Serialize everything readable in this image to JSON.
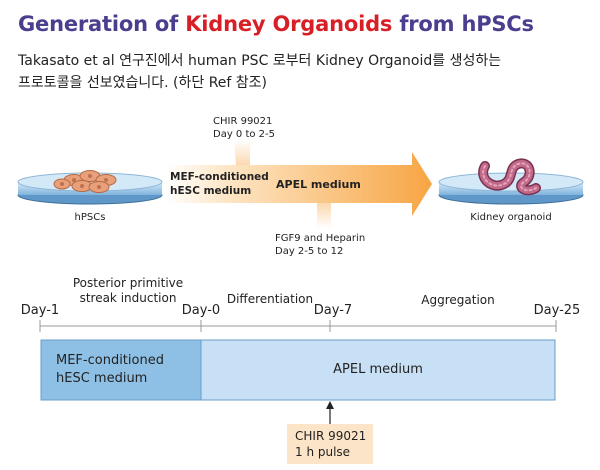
{
  "title": {
    "part1": "Generation of ",
    "highlight": "Kidney Organoids",
    "part2": " from hPSCs"
  },
  "description": {
    "line1": "Takasato et al 연구진에서 human PSC 로부터 Kidney Organoid를 생성하는",
    "line2": "프로토콜을 선보였습니다. (하단 Ref 참조)"
  },
  "workflow": {
    "left_dish_label": "hPSCs",
    "right_dish_label": "Kidney organoid",
    "mef_line1": "MEF-conditioned",
    "mef_line2": "hESC medium",
    "apel_label": "APEL medium",
    "chir_line1": "CHIR 99021",
    "chir_line2": "Day 0 to 2-5",
    "fgf_line1": "FGF9 and Heparin",
    "fgf_line2": "Day 2-5 to 12"
  },
  "timeline": {
    "days": [
      "Day-1",
      "Day-0",
      "Day-7",
      "Day-25"
    ],
    "phase1_line1": "Posterior primitive",
    "phase1_line2": "streak induction",
    "phase2": "Differentiation",
    "phase3": "Aggregation",
    "bar1_line1": "MEF-conditioned",
    "bar1_line2": "hESC medium",
    "bar2": "APEL medium",
    "pulse_line1": "CHIR 99021",
    "pulse_line2": "1 h pulse"
  },
  "colors": {
    "title": "#4a3f8f",
    "title_highlight": "#d81f26",
    "mef_bar": "#8ec0e6",
    "apel_bar": "#c8e0f5",
    "bar_border": "#6a9cc8",
    "arrow_orange": "#f7a543",
    "pulse_box": "#fce4c8"
  }
}
